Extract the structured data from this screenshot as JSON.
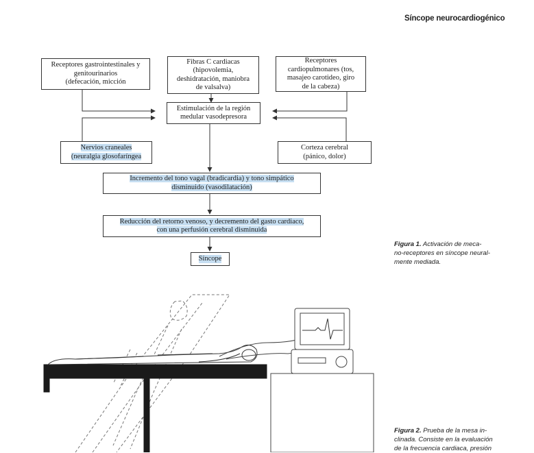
{
  "header": {
    "title": "Síncope neurocardiogénico"
  },
  "diagram": {
    "box_gastro": {
      "line1": "Receptores gastrointestinales y",
      "line2": "genitourinarios",
      "line3": "(defecación, micción"
    },
    "box_fibras": {
      "line1": "Fibras C cardiacas",
      "line2": "(hipovolemia,",
      "line3": "deshidratación, maniobra",
      "line4": "de valsalva)"
    },
    "box_cardio": {
      "line1": "Receptores",
      "line2": "cardiopulmonares (tos,",
      "line3": "masajeo carotideo, giro",
      "line4": "de la cabeza)"
    },
    "box_estim": {
      "line1": "Estimulación de la región",
      "line2": "medular vasodepresora"
    },
    "box_nervios": {
      "line1": "Nervios craneales",
      "line2": "(neuralgia glosofaríngea"
    },
    "box_corteza": {
      "line1": "Corteza cerebral",
      "line2": "(pánico, dolor)"
    },
    "box_incremento": {
      "line1": "Incremento del tono vagal (bradicardia) y tono simpático",
      "line2": "disminuido (vasodilatación)"
    },
    "box_reduccion": {
      "line1": "Reducción del retorno venoso, y decremento del gasto cardiaco,",
      "line2": "con una perfusión cerebral disminuida"
    },
    "box_sincope": {
      "label": "Síncope"
    }
  },
  "figure1": {
    "label": "Figura 1.",
    "line1": "Activación de meca-",
    "line2": "no-receptores en síncope neural-",
    "line3": "mente mediada."
  },
  "figure2": {
    "label": "Figura 2.",
    "line1": "Prueba de la mesa in-",
    "line2": "clinada. Consiste en la evaluación",
    "line3": "de la frecuencia cardiaca, presión"
  }
}
